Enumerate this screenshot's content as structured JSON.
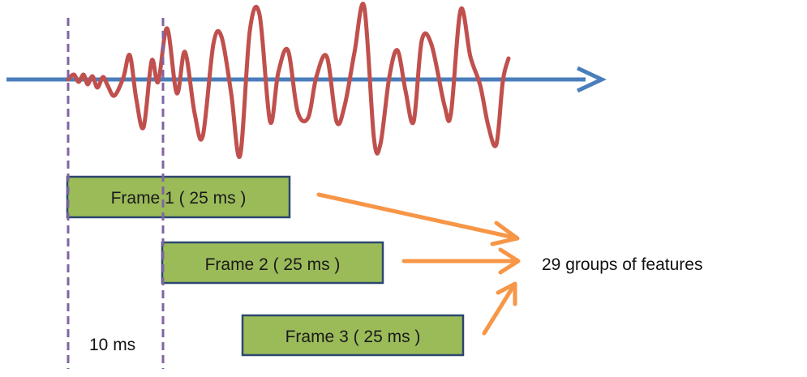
{
  "frames": [
    {
      "label": "Frame 1 ( 25 ms )"
    },
    {
      "label": "Frame 2 ( 25 ms )"
    },
    {
      "label": "Frame 3 ( 25 ms )"
    }
  ],
  "step_label": "10 ms",
  "output_label": "29 groups of features",
  "colors": {
    "waveform": "#c0504d",
    "time_axis": "#4a7ebb",
    "frame_fill": "#9bbb59",
    "frame_border": "#2c4770",
    "marker": "#8064a2",
    "arrow": "#f79646"
  }
}
